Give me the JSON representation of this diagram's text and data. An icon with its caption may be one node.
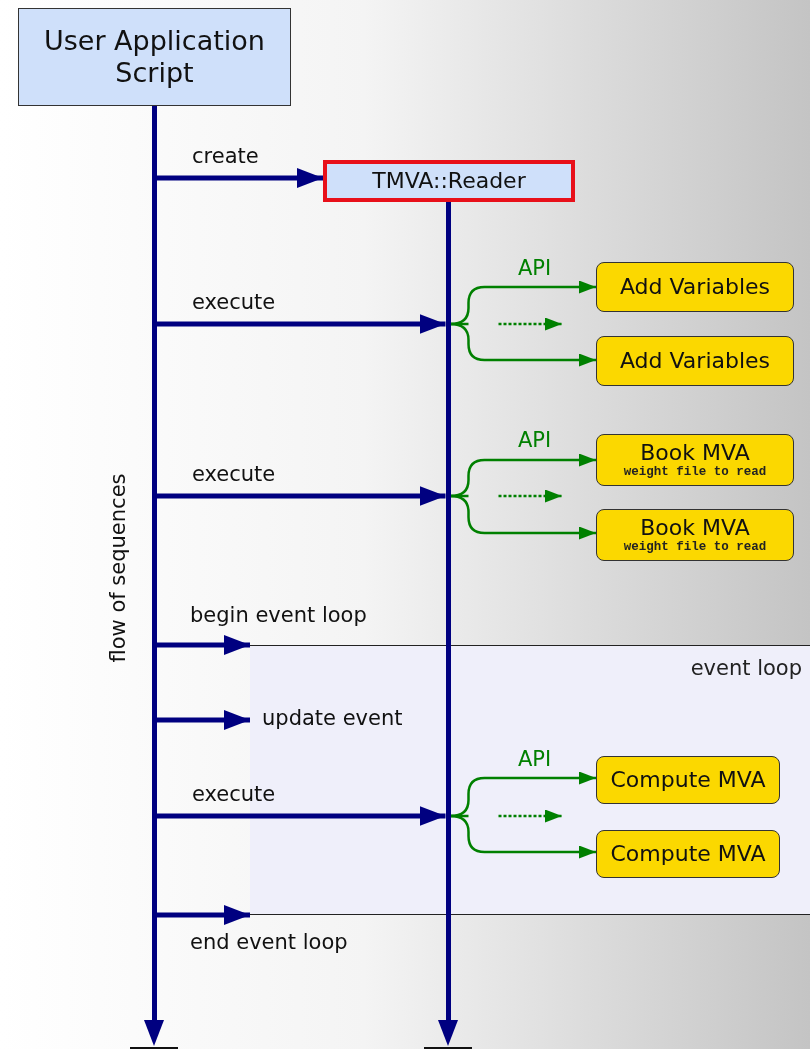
{
  "diagram": {
    "nodes": [
      {
        "text": [
          "User Application Script"
        ]
      },
      {
        "text": [
          "TMVA::Reader"
        ]
      },
      {
        "text": [
          "Add Variables"
        ]
      },
      {
        "text": [
          "Add Variables"
        ]
      },
      {
        "text": [
          "Book MVA",
          "weight file to read"
        ]
      },
      {
        "text": [
          "Book MVA",
          "weight file to read"
        ]
      },
      {
        "text": [
          "event loop"
        ]
      },
      {
        "text": [
          "Compute MVA"
        ],
        "in": 6
      },
      {
        "text": [
          "Compute MVA"
        ],
        "in": 6
      },
      {
        "text": [],
        "shape": "bar"
      },
      {
        "text": [],
        "shape": "bar"
      }
    ],
    "edges": [
      {
        "from": 9,
        "to": 1,
        "arrow": "to",
        "label": "create",
        "style": "thick",
        "color": "#000080"
      },
      {
        "from": 9,
        "to": 10,
        "arrow": "to",
        "label": "execute",
        "style": "thick",
        "color": "#000080"
      },
      {
        "from": 10,
        "to": 2,
        "arrow": "to",
        "label": "API"
      },
      {
        "from": 10,
        "to": null,
        "arrow": "to",
        "style": "dashed"
      },
      {
        "from": 10,
        "to": 3,
        "arrow": "to"
      },
      {
        "from": 9,
        "to": 10,
        "arrow": "to",
        "label": "execute",
        "style": "thick",
        "color": "#000080"
      },
      {
        "from": 10,
        "to": 4,
        "arrow": "to",
        "label": "API"
      },
      {
        "from": 10,
        "to": null,
        "arrow": "to",
        "style": "dashed"
      },
      {
        "from": 10,
        "to": 5,
        "arrow": "to"
      },
      {
        "from": 9,
        "to": 6,
        "arrow": "to",
        "label": "begin event loop",
        "style": "thick",
        "color": "#000080"
      },
      {
        "from": 9,
        "to": 6,
        "arrow": "to",
        "label": "update event",
        "style": "thick",
        "color": "#000080"
      },
      {
        "from": 9,
        "to": 10,
        "arrow": "to",
        "label": "execute",
        "style": "thick",
        "color": "#000080"
      },
      {
        "from": 10,
        "to": 7,
        "arrow": "to",
        "label": "API"
      },
      {
        "from": 10,
        "to": null,
        "arrow": "to",
        "style": "dashed"
      },
      {
        "from": 10,
        "to": 8,
        "arrow": "to"
      },
      {
        "from": 9,
        "to": 6,
        "arrow": "to",
        "label": "end event loop",
        "style": "thick",
        "color": "#000080"
      }
    ],
    "labels": [
      "flow of sequences"
    ]
  }
}
